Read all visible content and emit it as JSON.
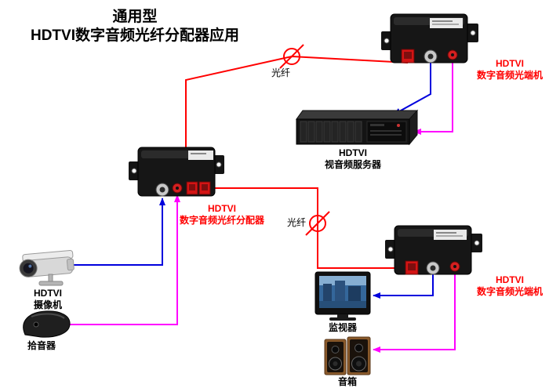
{
  "title": {
    "line1": "通用型",
    "line2": "HDTVI数字音频光纤分配器应用"
  },
  "nodes": {
    "terminal_top": {
      "name_line1": "HDTVI",
      "name_line2": "数字音频光端机"
    },
    "distributor": {
      "name_line1": "HDTVI",
      "name_line2": "数字音频光纤分配器"
    },
    "terminal_bottom": {
      "name_line1": "HDTVI",
      "name_line2": "数字音频光端机"
    },
    "server": {
      "name_line1": "HDTVI",
      "name_line2": "视音频服务器"
    },
    "camera": {
      "name_line1": "HDTVI",
      "name_line2": "摄像机"
    },
    "pickup": {
      "name": "拾音器"
    },
    "monitor": {
      "name": "监视器"
    },
    "speakers": {
      "name": "音箱"
    }
  },
  "links": {
    "fiber_label_top": "光纤",
    "fiber_label_bottom": "光纤"
  },
  "icons": {
    "fiber_coupler": "fiber-coupler-icon"
  },
  "colors": {
    "fiber_line": "#ff0000",
    "video_line": "#0000dd",
    "audio_line": "#ff00ff",
    "red_label": "#ff0000",
    "black_text": "#000000"
  }
}
